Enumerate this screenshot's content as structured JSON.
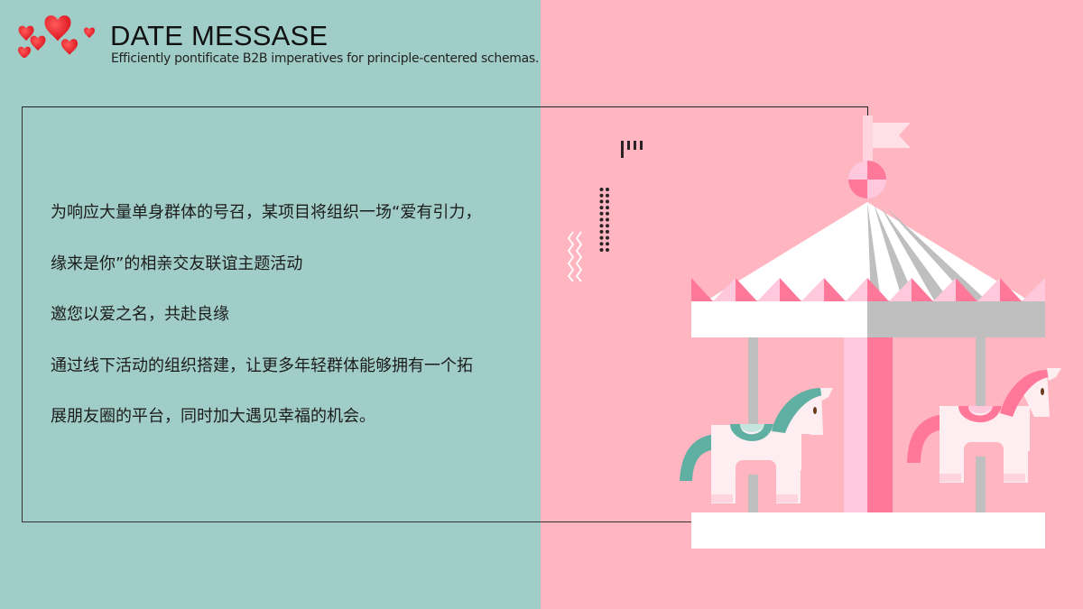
{
  "header": {
    "title": "DATE MESSASE",
    "subtitle": "Efficiently pontificate B2B imperatives for principle-centered schemas.",
    "icon": "hearts-cluster-icon"
  },
  "content": {
    "paragraphs": [
      "为响应大量单身群体的号召，某项目将组织一场“爱有引力，",
      "缘来是你”的相亲交友联谊主题活动",
      "邀您以爱之名，共赴良缘",
      "通过线下活动的组织搭建，让更多年轻群体能够拥有一个拓",
      "展朋友圈的平台，同时加大遇见幸福的机会。"
    ]
  },
  "illustration": {
    "subject": "carousel",
    "decorations": [
      "bar-marks-icon",
      "dot-grid-icon",
      "zigzag-icon"
    ]
  },
  "colors": {
    "left_bg": "#A0CDC7",
    "right_bg": "#FFB6C1",
    "hot_pink": "#FF7799",
    "light_pink": "#FFC8DC",
    "pale_pink": "#FFEEF1",
    "gray": "#BFBFBF",
    "teal": "#5FB0A2",
    "heart_red": "#E8222A"
  }
}
